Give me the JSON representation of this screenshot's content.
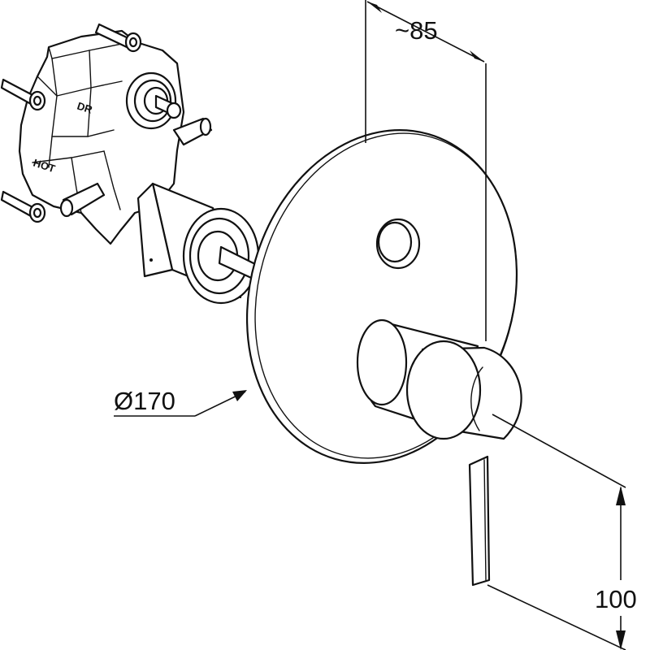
{
  "dimensions": {
    "projection": "~85",
    "diameter": "Ø170",
    "lever_height": "100"
  },
  "body_markings": {
    "dr": "DR",
    "hot": "HOT"
  }
}
